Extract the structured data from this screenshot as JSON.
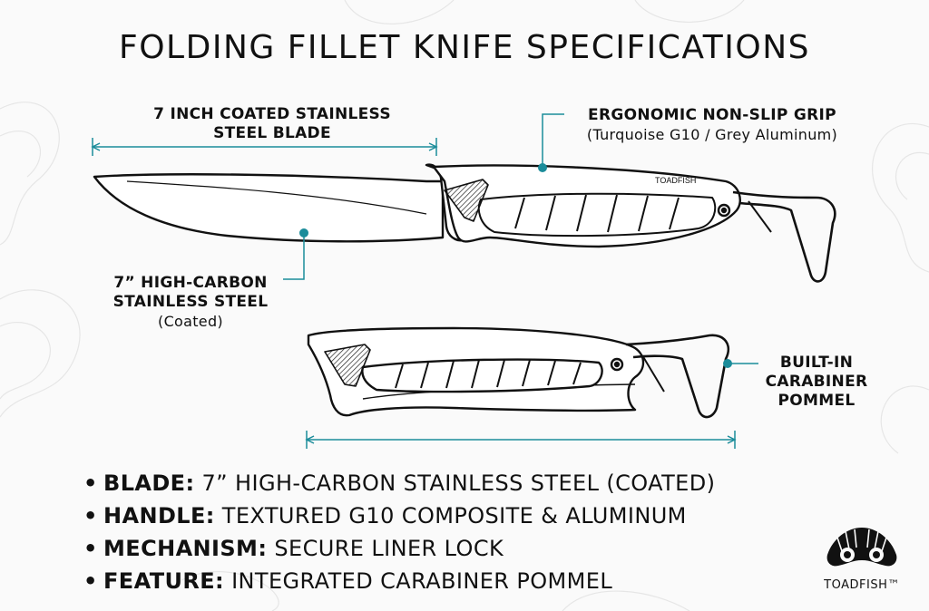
{
  "title": "FOLDING FILLET KNIFE SPECIFICATIONS",
  "callouts": {
    "blade_length": [
      "7 INCH COATED STAINLESS",
      "STEEL BLADE"
    ],
    "grip": {
      "title": "ERGONOMIC NON-SLIP GRIP",
      "sub": "(Turquoise G10 / Grey Aluminum)"
    },
    "steel": {
      "lines": [
        "7” HIGH-CARBON",
        "STAINLESS STEEL"
      ],
      "sub": "(Coated)"
    },
    "pommel": [
      "BUILT-IN",
      "CARABINER",
      "POMMEL"
    ]
  },
  "handle_logo_text": "TOADFISH",
  "specs": [
    {
      "key": "BLADE:",
      "value": "7” HIGH-CARBON STAINLESS STEEL (COATED)"
    },
    {
      "key": "HANDLE:",
      "value": "TEXTURED G10 COMPOSITE & ALUMINUM"
    },
    {
      "key": "MECHANISM:",
      "value": "SECURE LINER LOCK"
    },
    {
      "key": "FEATURE:",
      "value": "INTEGRATED CARABINER POMMEL"
    }
  ],
  "bullet": "•",
  "brand": "TOADFISH™",
  "colors": {
    "accent": "#1b8c9a",
    "ink": "#111111",
    "topo": "#e4e4e4"
  }
}
